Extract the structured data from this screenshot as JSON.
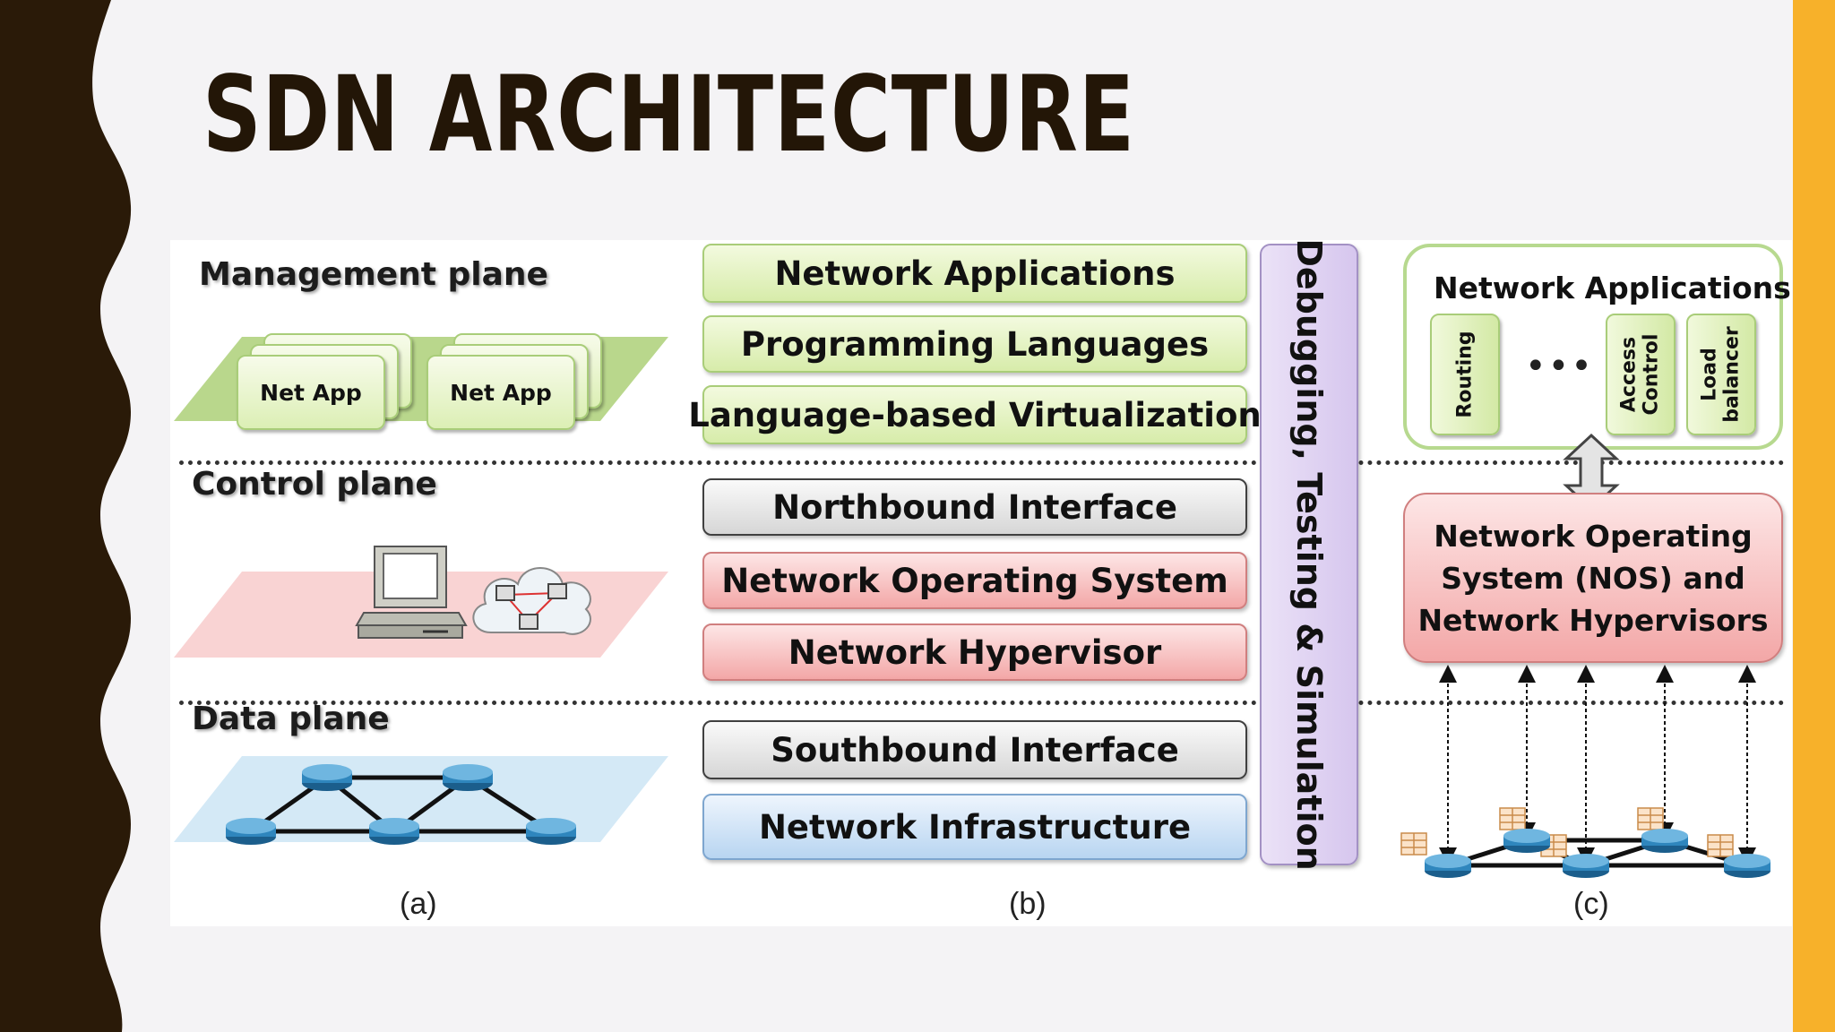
{
  "slide": {
    "title": "SDN ARCHITECTURE",
    "colors": {
      "left_band": "#2a1a08",
      "right_band": "#f7b12a",
      "title": "#231607"
    }
  },
  "panel_a": {
    "management_label": "Management plane",
    "control_label": "Control plane",
    "data_label": "Data plane",
    "app_cards": [
      "Net App",
      "Net App"
    ],
    "caption": "(a)"
  },
  "panel_b": {
    "layers": [
      {
        "label": "Network Applications",
        "color": "green"
      },
      {
        "label": "Programming Languages",
        "color": "green"
      },
      {
        "label": "Language-based Virtualization",
        "color": "green"
      },
      {
        "label": "Northbound Interface",
        "color": "grey"
      },
      {
        "label": "Network Operating System",
        "color": "pink"
      },
      {
        "label": "Network Hypervisor",
        "color": "pink"
      },
      {
        "label": "Southbound Interface",
        "color": "grey"
      },
      {
        "label": "Network Infrastructure",
        "color": "blue"
      }
    ],
    "side_bar": "Debugging, Testing & Simulation",
    "caption": "(b)"
  },
  "panel_c": {
    "apps_title": "Network Applications",
    "apps": [
      "Routing",
      "Access Control",
      "Load balancer"
    ],
    "ellipsis": "•••",
    "nos_lines": [
      "Network Operating",
      "System (NOS) and",
      "Network Hypervisors"
    ],
    "caption": "(c)"
  }
}
